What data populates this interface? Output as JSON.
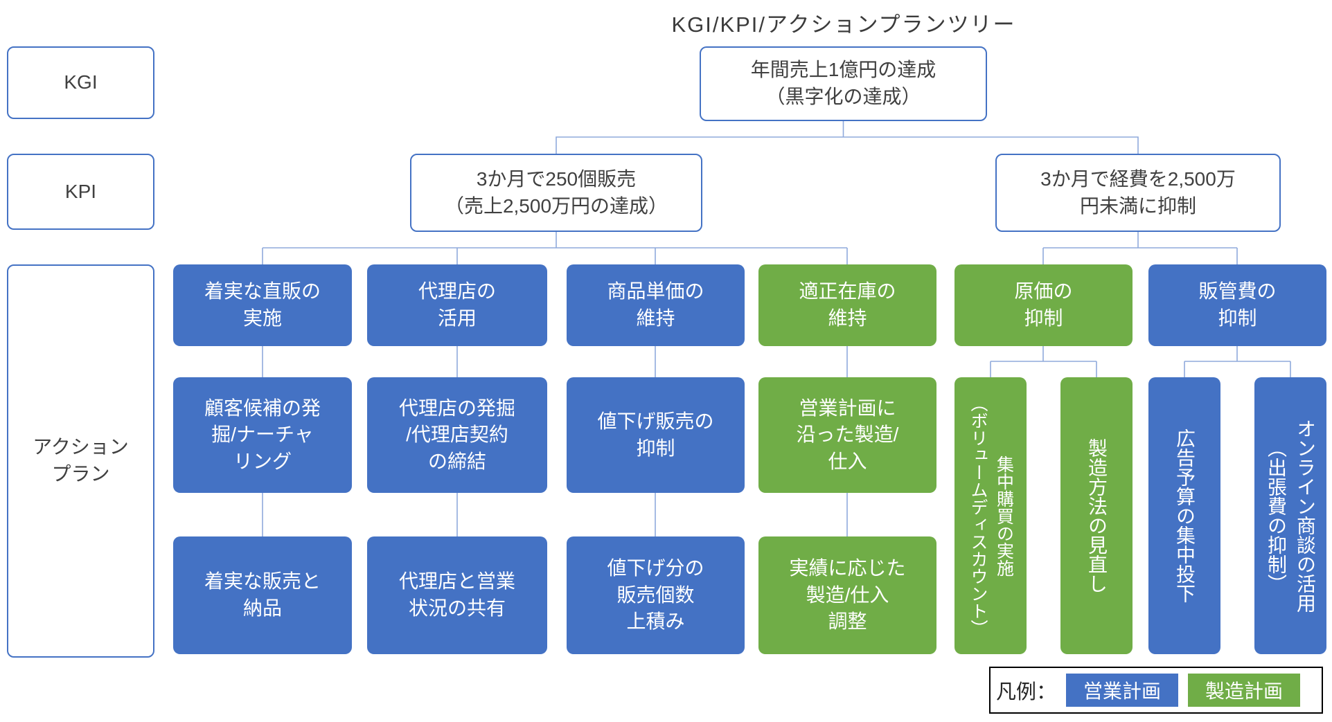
{
  "title": "KGI/KPI/アクションプランツリー",
  "row_labels": {
    "kgi": "KGI",
    "kpi": "KPI",
    "action": "アクション\nプラン"
  },
  "kgi_node": "年間売上1億円の達成\n（黒字化の達成）",
  "kpi_nodes": [
    "3か月で250個販売\n（売上2,500万円の達成）",
    "3か月で経費を2,500万\n円未満に抑制"
  ],
  "columns": [
    {
      "header": "着実な直販の\n実施",
      "plan": "営業計画",
      "items": [
        "顧客候補の発\n掘/ナーチャ\nリング",
        "着実な販売と\n納品"
      ]
    },
    {
      "header": "代理店の\n活用",
      "plan": "営業計画",
      "items": [
        "代理店の発掘\n/代理店契約\nの締結",
        "代理店と営業\n状況の共有"
      ]
    },
    {
      "header": "商品単価の\n維持",
      "plan": "営業計画",
      "items": [
        "値下げ販売の\n抑制",
        "値下げ分の\n販売個数\n上積み"
      ]
    },
    {
      "header": "適正在庫の\n維持",
      "plan": "製造計画",
      "items": [
        "営業計画に\n沿った製造/\n仕入",
        "実績に応じた\n製造/仕入\n調整"
      ]
    },
    {
      "header": "原価の\n抑制",
      "plan": "製造計画",
      "items": [
        "集中購買の実施\n（ボリュームディスカウント）",
        "製造方法の見直し"
      ]
    },
    {
      "header": "販管費の\n抑制",
      "plan": "営業計画",
      "items": [
        "広告予算の集中投下",
        "オンライン商談の活用\n（出張費の抑制）"
      ]
    }
  ],
  "legend": {
    "label": "凡例：",
    "items": [
      {
        "text": "営業計画",
        "color": "#4472C4"
      },
      {
        "text": "製造計画",
        "color": "#70AD47"
      }
    ]
  },
  "colors": {
    "sales_blue": "#4472C4",
    "manufacturing_green": "#70AD47",
    "outline_blue": "#4472C4",
    "connector_blue": "#8FAADC"
  }
}
